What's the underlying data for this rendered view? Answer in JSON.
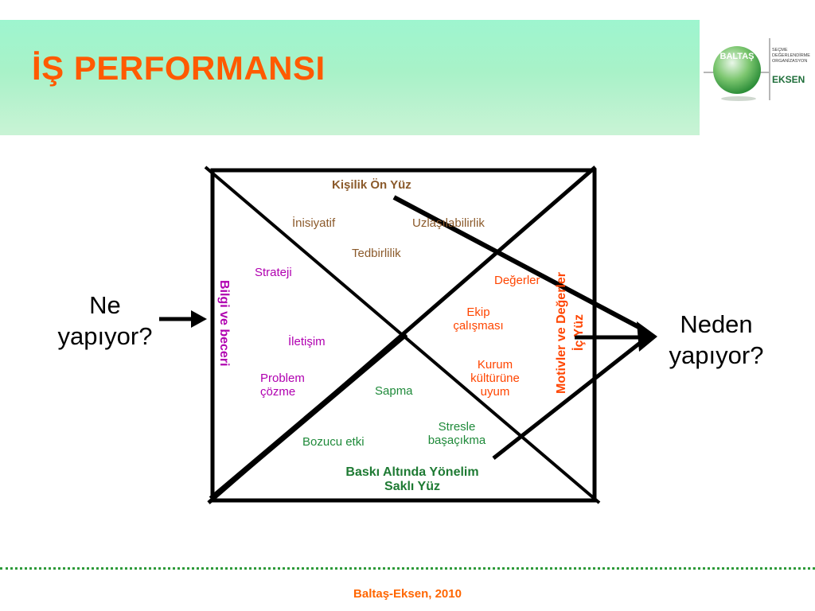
{
  "header": {
    "title": "İŞ PERFORMANSI"
  },
  "logo": {
    "brand": "BALTAŞ",
    "tagline_lines": [
      "SEÇME",
      "DEĞERLENDİRME",
      "ORGANİZASYON"
    ],
    "sub_brand": "EKSEN",
    "colors": {
      "green": "#2e9a3a",
      "dark_green": "#1f6e3a"
    }
  },
  "diagram": {
    "top_label": "Kişilik Ön Yüz",
    "bottom_label_lines": [
      "Baskı Altında Yönelim",
      "Saklı Yüz"
    ],
    "left_axis_label": "Bilgi ve beceri",
    "right_axis_label_lines": [
      "Motivler ve Değerler",
      "İç Yüz"
    ],
    "left_question_lines": [
      "Ne",
      "yapıyor?"
    ],
    "right_question_lines": [
      "Neden",
      "yapıyor?"
    ],
    "items": {
      "inisiyatif": "İnisiyatif",
      "uzlasilabilirlik": "Uzlaşılabilirlik",
      "tedbirlilik": "Tedbirlilik",
      "strateji": "Strateji",
      "degerler": "Değerler",
      "ekip_lines": [
        "Ekip",
        "çalışması"
      ],
      "iletisim": "İletişim",
      "kurum_lines": [
        "Kurum",
        "kültürüne",
        "uyum"
      ],
      "problem_lines": [
        "Problem",
        "çözme"
      ],
      "sapma": "Sapma",
      "stresle_lines": [
        "Stresle",
        "başaçıkma"
      ],
      "bozucu": "Bozucu etki"
    },
    "colors": {
      "brown": "#8b5a2b",
      "purple": "#b000b0",
      "orange": "#ff4500",
      "green": "#1f8a3a"
    }
  },
  "footer": {
    "text": "Baltaş-Eksen, 2010"
  }
}
